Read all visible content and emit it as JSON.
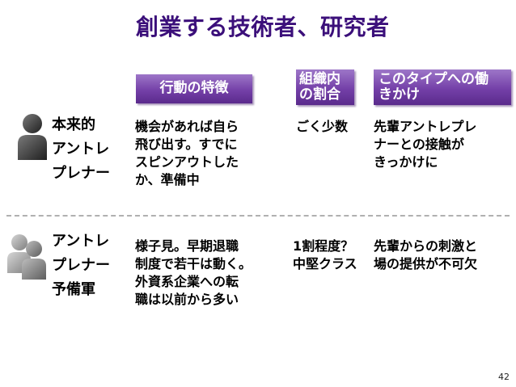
{
  "title": "創業する技術者、研究者",
  "headers": {
    "behavior": "行動の特徴",
    "ratio": [
      "組織内",
      "の割合"
    ],
    "approach": [
      "このタイプへの働",
      "きかけ"
    ]
  },
  "rows": [
    {
      "label": [
        "本来的",
        "アントレ",
        "プレナー"
      ],
      "behavior": [
        "機会があれば自ら",
        "飛び出す。すでに",
        "スピンアウトした",
        "か、準備中"
      ],
      "ratio": [
        "ごく少数"
      ],
      "approach": [
        "先輩アントレプレ",
        "ナーとの接触が",
        "きっかけに"
      ]
    },
    {
      "label": [
        "アントレ",
        "プレナー",
        "予備軍"
      ],
      "behavior": [
        "様子見。早期退職",
        "制度で若干は動く。",
        "外資系企業への転",
        "職は以前から多い"
      ],
      "ratio": [
        "1割程度？",
        "中堅クラス"
      ],
      "approach": [
        "先輩からの刺激と",
        "場の提供が不可欠"
      ]
    }
  ],
  "page_number": "42",
  "colors": {
    "title": "#3b0f7a",
    "header_bg": "#7440a8",
    "icon": "#3a3a3a",
    "icon_group": "#888888"
  },
  "icons": [
    "person-icon",
    "people-group-icon"
  ]
}
